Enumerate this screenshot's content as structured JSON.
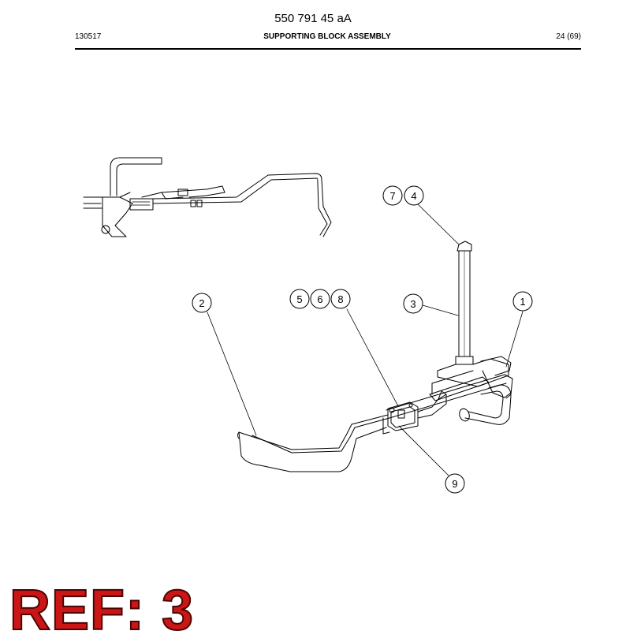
{
  "header": {
    "doc_number": "550 791 45 aA",
    "date_code": "130517",
    "title": "SUPPORTING BLOCK ASSEMBLY",
    "page": "24 (69)"
  },
  "callouts": {
    "c1": "1",
    "c2": "2",
    "c3": "3",
    "c4": "4",
    "c5": "5",
    "c6": "6",
    "c7": "7",
    "c8": "8",
    "c9": "9"
  },
  "stamp": {
    "text": "REF: 3",
    "color": "#cc1616"
  }
}
